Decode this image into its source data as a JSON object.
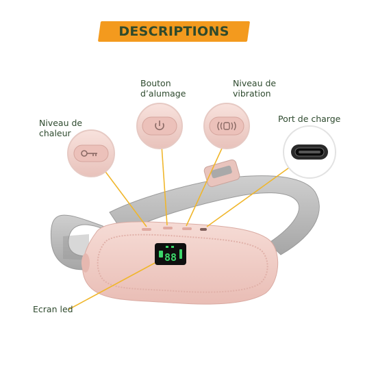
{
  "header": {
    "title": "DESCRIPTIONS"
  },
  "callouts": {
    "heat_level": "Niveau de\nchaleur",
    "power_button": "Bouton\nd’alumage",
    "vibration_level": "Niveau de\nvibration",
    "charge_port": "Port de charge",
    "led_screen": "Ecran led"
  },
  "display": {
    "reading": "88"
  },
  "colors": {
    "banner": "#f39a1e",
    "banner_text": "#2f4a2c",
    "label_text": "#2e4a2e",
    "leader_line": "#f0b62b",
    "device_pink": "#f1cdc6",
    "strap_gray": "#b9b9b9",
    "led_green": "#3cd66a"
  },
  "icons": [
    "key-icon",
    "power-icon",
    "vibration-icon",
    "usb-c-port-icon"
  ]
}
